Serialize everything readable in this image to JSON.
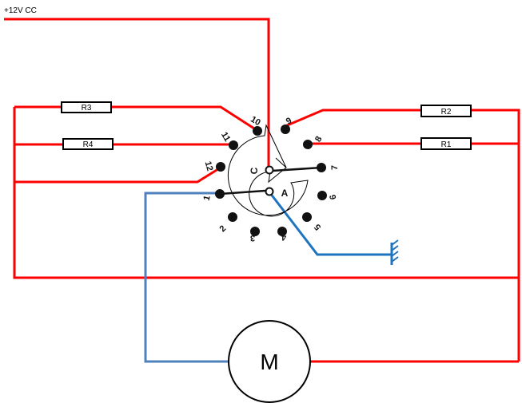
{
  "supply": {
    "label": "+12V CC"
  },
  "resistors": [
    {
      "id": "R3",
      "label": "R3"
    },
    {
      "id": "R4",
      "label": "R4"
    },
    {
      "id": "R2",
      "label": "R2"
    },
    {
      "id": "R1",
      "label": "R1"
    }
  ],
  "switch": {
    "common_labels": [
      "C",
      "A"
    ],
    "pins": [
      "1",
      "2",
      "3",
      "4",
      "5",
      "6",
      "7",
      "8",
      "9",
      "10",
      "11",
      "12"
    ]
  },
  "motor": {
    "label": "M"
  },
  "colors": {
    "supply_wire": "#ff0000",
    "ground_wire": "#1f74c0",
    "motor_return_wire": "#4f81bd",
    "component": "#000000"
  }
}
